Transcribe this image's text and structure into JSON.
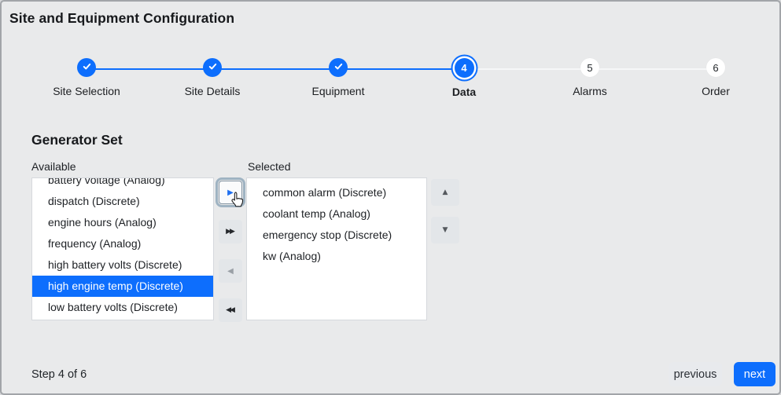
{
  "window": {
    "title": "Site and Equipment Configuration"
  },
  "colors": {
    "accent": "#0d6efd",
    "selection_blue": "#0d6efd",
    "background": "#e9eaeb"
  },
  "stepper": {
    "steps": [
      {
        "label": "Site Selection",
        "state": "complete"
      },
      {
        "label": "Site Details",
        "state": "complete"
      },
      {
        "label": "Equipment",
        "state": "complete"
      },
      {
        "label": "Data",
        "state": "active",
        "number": "4"
      },
      {
        "label": "Alarms",
        "state": "upcoming",
        "number": "5"
      },
      {
        "label": "Order",
        "state": "upcoming",
        "number": "6"
      }
    ]
  },
  "section": {
    "title": "Generator Set"
  },
  "dual_list": {
    "available": {
      "label": "Available",
      "items": [
        {
          "text": "battery voltage (Analog)",
          "selected": false
        },
        {
          "text": "dispatch (Discrete)",
          "selected": false
        },
        {
          "text": "engine hours (Analog)",
          "selected": false
        },
        {
          "text": "frequency (Analog)",
          "selected": false
        },
        {
          "text": "high battery volts (Discrete)",
          "selected": false
        },
        {
          "text": "high engine temp (Discrete)",
          "selected": true
        },
        {
          "text": "low battery volts (Discrete)",
          "selected": false
        }
      ]
    },
    "selected": {
      "label": "Selected",
      "items": [
        "common alarm (Discrete)",
        "coolant temp (Analog)",
        "emergency stop (Discrete)",
        "kw (Analog)"
      ]
    },
    "transfer": [
      {
        "name": "move-right",
        "glyph": "▶"
      },
      {
        "name": "move-all-right",
        "glyph": "▶▶"
      },
      {
        "name": "move-left",
        "glyph": "◀"
      },
      {
        "name": "move-all-left",
        "glyph": "◀◀"
      }
    ],
    "order": [
      {
        "name": "move-up",
        "glyph": "▲"
      },
      {
        "name": "move-down",
        "glyph": "▼"
      }
    ]
  },
  "footer": {
    "step_text": "Step 4 of 6",
    "previous_label": "previous",
    "next_label": "next"
  }
}
